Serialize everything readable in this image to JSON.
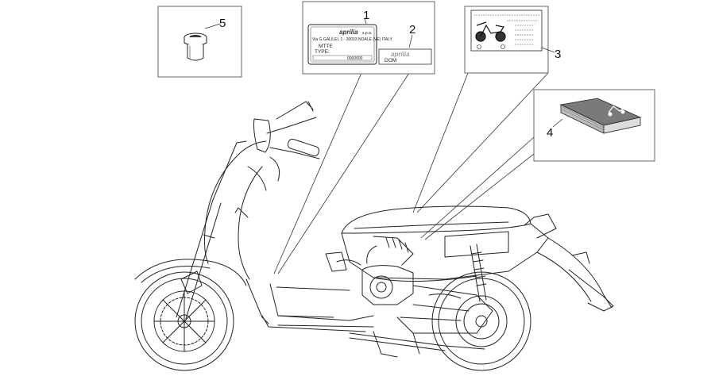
{
  "callouts": [
    "1",
    "2",
    "3",
    "4",
    "5"
  ],
  "part1_label": {
    "brand": "aprilia",
    "spa": "s.p.a.",
    "address": "Via G.GALILEI, 1 - 30033 NOALE (VE) ITALY",
    "model_line": "MTTE",
    "type_line": "TYPE:",
    "serial": "0000000"
  },
  "part2_label": {
    "brand": "aprilia",
    "sub": "DOM"
  },
  "colors": {
    "line": "#222222",
    "box_border": "#555555",
    "manual_cover": "#7a7a7a"
  }
}
